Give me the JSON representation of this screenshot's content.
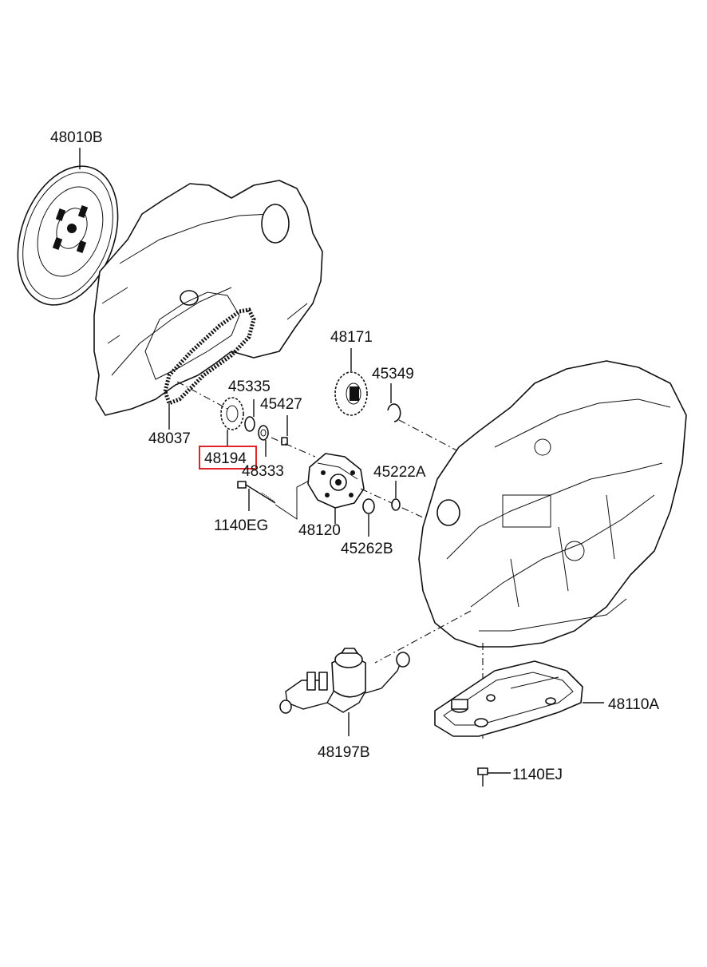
{
  "parts": {
    "p48010B": "48010B",
    "p48037": "48037",
    "p45335": "45335",
    "p45427": "45427",
    "p48194": "48194",
    "p48333": "48333",
    "p1140EG": "1140EG",
    "p48120": "48120",
    "p48171": "48171",
    "p45349": "45349",
    "p45222A": "45222A",
    "p45262B": "45262B",
    "p48197B": "48197B",
    "p48110A": "48110A",
    "p1140EJ": "1140EJ"
  },
  "highlighted_part": "48194",
  "colors": {
    "highlight": "#e0252a",
    "line": "#111111"
  }
}
